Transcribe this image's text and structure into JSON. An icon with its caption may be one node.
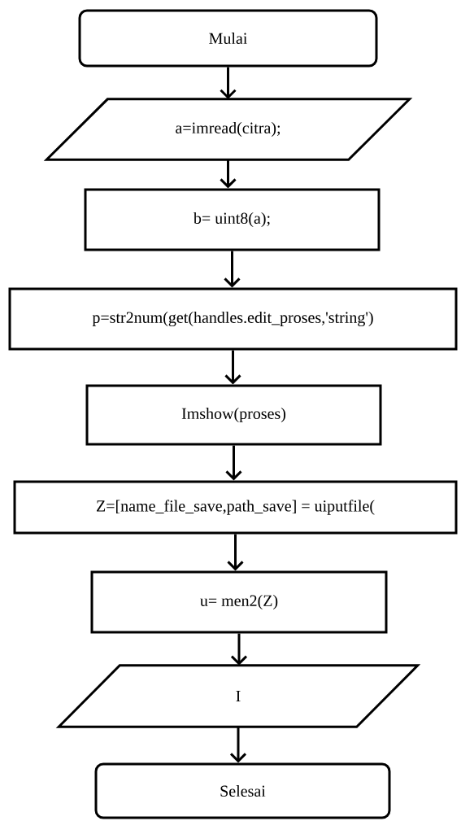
{
  "diagram": {
    "nodes": [
      {
        "text": [
          "Mulai"
        ]
      },
      {
        "text": [
          "a=imread(citra);"
        ]
      },
      {
        "text": [
          "b= uint8(a);"
        ]
      },
      {
        "text": [
          "p=str2num(get(handles.edit_proses,'string')"
        ]
      },
      {
        "text": [
          "Imshow(proses)"
        ]
      },
      {
        "text": [
          "Z=[name_file_save,path_save] = uiputfile("
        ]
      },
      {
        "text": [
          "u= men2(Z)"
        ]
      },
      {
        "text": [
          "I"
        ]
      },
      {
        "text": [
          "Selesai"
        ]
      }
    ],
    "edges": [
      {
        "from": 0,
        "to": 1,
        "arrow": "to"
      },
      {
        "from": 1,
        "to": 2,
        "arrow": "to"
      },
      {
        "from": 2,
        "to": 3,
        "arrow": "to"
      },
      {
        "from": 3,
        "to": 4,
        "arrow": "to"
      },
      {
        "from": 4,
        "to": 5,
        "arrow": "to"
      },
      {
        "from": 5,
        "to": 6,
        "arrow": "to"
      },
      {
        "from": 6,
        "to": 7,
        "arrow": "to"
      },
      {
        "from": 7,
        "to": 8,
        "arrow": "to"
      }
    ]
  }
}
